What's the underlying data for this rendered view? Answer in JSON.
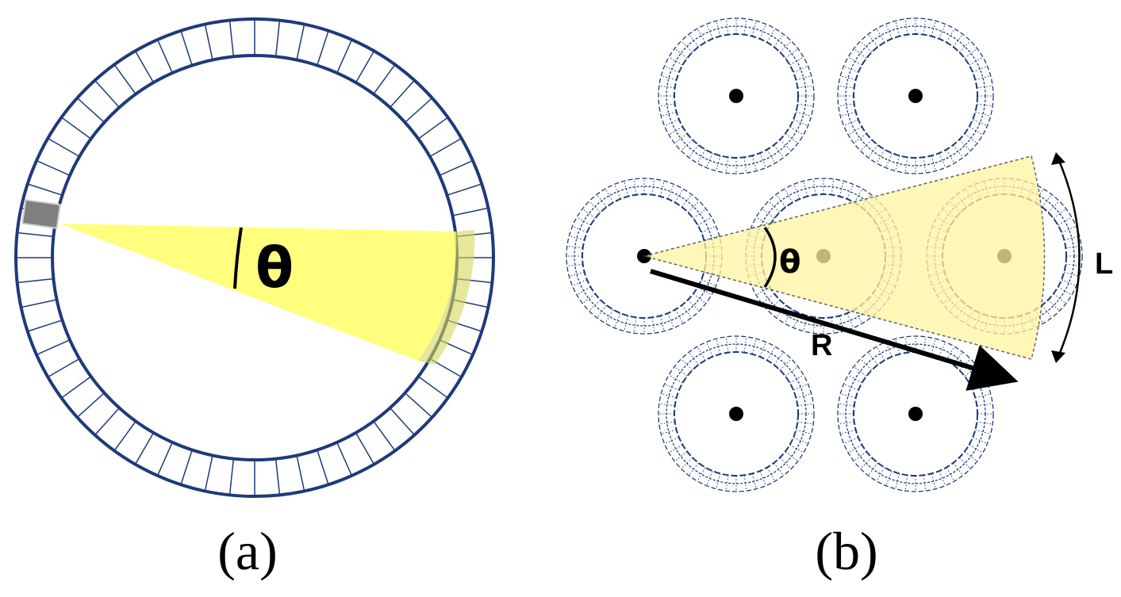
{
  "panel_a": {
    "ring_segments": 60,
    "angle_label": "θ",
    "caption": "(a)"
  },
  "panel_b": {
    "angle_label": "θ",
    "radius_label": "R",
    "arc_label": "L",
    "caption": "(b)"
  },
  "colors": {
    "ring_stroke": "#1f3a7a",
    "sector_fill": "#ffff66",
    "sector_fill_b": "#fff3a0",
    "detector_fill": "#7f7f7f",
    "ink": "#000000"
  }
}
